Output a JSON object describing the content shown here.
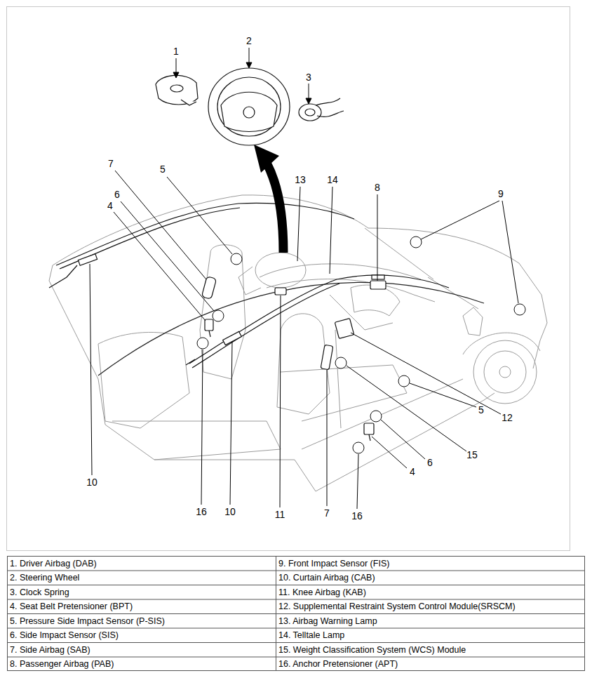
{
  "diagram": {
    "labels": [
      "1",
      "2",
      "3",
      "7",
      "5",
      "13",
      "14",
      "8",
      "9",
      "6",
      "4",
      "12",
      "5",
      "15",
      "6",
      "4",
      "10",
      "16",
      "10",
      "11",
      "7",
      "16",
      "1. Driver Airbag (DAB)",
      "2. Steering Wheel",
      "3. Clock Spring",
      "4. Seat Belt Pretensioner (BPT)",
      "5. Pressure Side Impact Sensor (P-SIS)",
      "6. Side Impact Sensor (SIS)",
      "7. Side Airbag (SAB)",
      "8. Passenger Airbag (PAB)",
      "9. Front Impact Sensor (FIS)",
      "10. Curtain Airbag (CAB)",
      "11. Knee Airbag (KAB)",
      "12. Supplemental Restraint System Control Module(SRSCM)",
      "13. Airbag Warning Lamp",
      "14. Telltale Lamp",
      "15. Weight Classification System (WCS) Module",
      "16. Anchor Pretensioner (APT)"
    ]
  }
}
